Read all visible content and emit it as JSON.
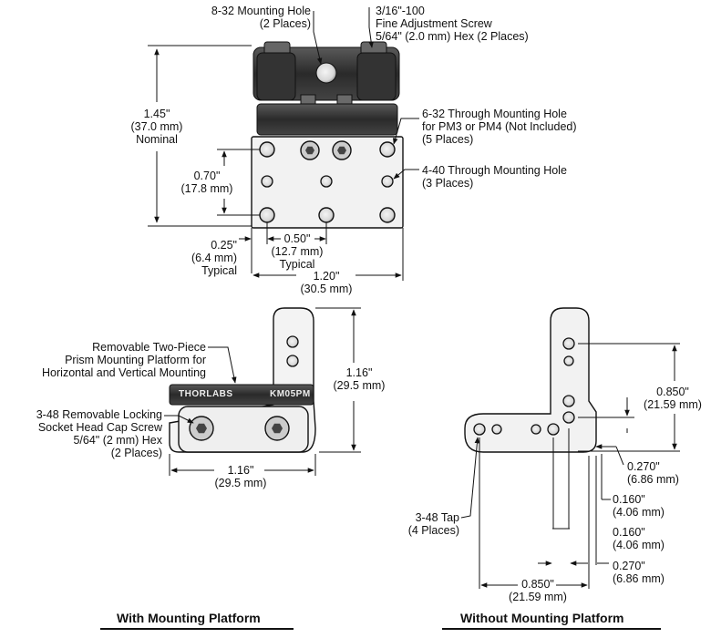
{
  "top_view": {
    "mounting_hole": [
      "8-32 Mounting Hole",
      "(2 Places)"
    ],
    "fine_screw": [
      "3/16\"-100",
      "Fine Adjustment Screw",
      "5/64\" (2.0 mm) Hex (2 Places)"
    ],
    "height_dim": [
      "1.45\"",
      "(37.0 mm)",
      "Nominal"
    ],
    "through_hole_632": [
      "6-32 Through Mounting Hole",
      "for PM3 or PM4 (Not Included)",
      "(5 Places)"
    ],
    "through_hole_440": [
      "4-40 Through Mounting Hole",
      "(3 Places)"
    ],
    "dim_070": [
      "0.70\"",
      "(17.8 mm)"
    ],
    "dim_025": [
      "0.25\"",
      "(6.4 mm)",
      "Typical"
    ],
    "dim_050": [
      "0.50\"",
      "(12.7 mm)",
      "Typical"
    ],
    "dim_120": [
      "1.20\"",
      "(30.5 mm)"
    ]
  },
  "with_platform": {
    "platform_label": [
      "Removable Two-Piece",
      "Prism Mounting Platform for",
      "Horizontal and Vertical Mounting"
    ],
    "locking_screw": [
      "3-48 Removable Locking",
      "Socket Head Cap Screw",
      "5/64\" (2 mm) Hex",
      "(2 Places)"
    ],
    "brand": "THORLABS",
    "model": "KM05PM",
    "dim_116_v": [
      "1.16\"",
      "(29.5 mm)"
    ],
    "dim_116_h": [
      "1.16\"",
      "(29.5 mm)"
    ],
    "caption": "With Mounting Platform"
  },
  "without_platform": {
    "dim_0850_v": [
      "0.850\"",
      "(21.59 mm)"
    ],
    "dim_0270_a": [
      "0.270\"",
      "(6.86 mm)"
    ],
    "dim_0160_a": [
      "0.160\"",
      "(4.06 mm)"
    ],
    "dim_0160_b": [
      "0.160\"",
      "(4.06 mm)"
    ],
    "dim_0270_b": [
      "0.270\"",
      "(6.86 mm)"
    ],
    "dim_0850_h": [
      "0.850\"",
      "(21.59 mm)"
    ],
    "tap": [
      "3-48 Tap",
      "(4 Places)"
    ],
    "caption": "Without Mounting Platform"
  }
}
